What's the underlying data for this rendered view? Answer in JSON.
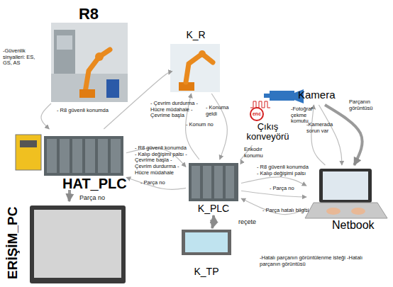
{
  "diagram": {
    "nodes": [
      {
        "text": [
          "R8"
        ]
      },
      {
        "text": [
          "K_R"
        ]
      },
      {
        "text": [
          "Kamera"
        ]
      },
      {
        "text": [
          "enc",
          "Çıkış konveyörü"
        ]
      },
      {
        "text": [
          "HAT_PLC"
        ]
      },
      {
        "text": [
          "K_PLC"
        ]
      },
      {
        "text": [
          "Netbook"
        ]
      },
      {
        "text": [
          "ERİŞİM_PC"
        ]
      },
      {
        "text": [
          "K_TP"
        ]
      }
    ],
    "edges": [
      {
        "from": 0,
        "to": 4,
        "arrow": "to",
        "label": "- R8 güvenli konumda"
      },
      {
        "from": 4,
        "to": 1,
        "arrow": "to",
        "label": "- Çevrim durdurma - Hücre müdahale - Çevrime başla"
      },
      {
        "from": 1,
        "to": 5,
        "arrow": "to",
        "label": "- Konuma geldi"
      },
      {
        "from": 5,
        "to": 1,
        "arrow": "to",
        "label": "- Konum no"
      },
      {
        "from": 4,
        "to": 5,
        "arrow": "to",
        "label": "- R8 güvenli konumda - Kalıp değişimi palsı - Çevrime başla - Çevrim durdurma - Hücre müdahale"
      },
      {
        "from": 5,
        "to": 4,
        "arrow": "to",
        "label": "- Parça no"
      },
      {
        "from": 3,
        "to": 5,
        "arrow": "to",
        "label": "Enkodır konumu"
      },
      {
        "from": 6,
        "to": 2,
        "arrow": "to",
        "label": "-Fotoğraf çekme komutu"
      },
      {
        "from": 2,
        "to": 6,
        "arrow": "to",
        "label": "-Kamerada sorun var"
      },
      {
        "from": 2,
        "to": 6,
        "arrow": "to",
        "label": "Parçanın görüntüsü"
      },
      {
        "from": 5,
        "to": 6,
        "arrow": "to",
        "label": "- R8 güvenli konumda - Kalıp değişimi palsı"
      },
      {
        "from": 5,
        "to": 6,
        "arrow": "to",
        "label": "- Parça no"
      },
      {
        "from": 6,
        "to": 5,
        "arrow": "to",
        "label": "- Parça hatalı bilgisi"
      },
      {
        "from": 4,
        "to": 7,
        "arrow": "to",
        "label": "Parça no"
      },
      {
        "from": 5,
        "to": 8,
        "arrow": "both",
        "label": "reçete"
      }
    ],
    "labels": [
      "-Güvenlik sinyalleri: ES, GS, AS",
      "-Hatalı parçanın görüntülenme isteği -Hatalı parçanın görüntüsü"
    ]
  }
}
